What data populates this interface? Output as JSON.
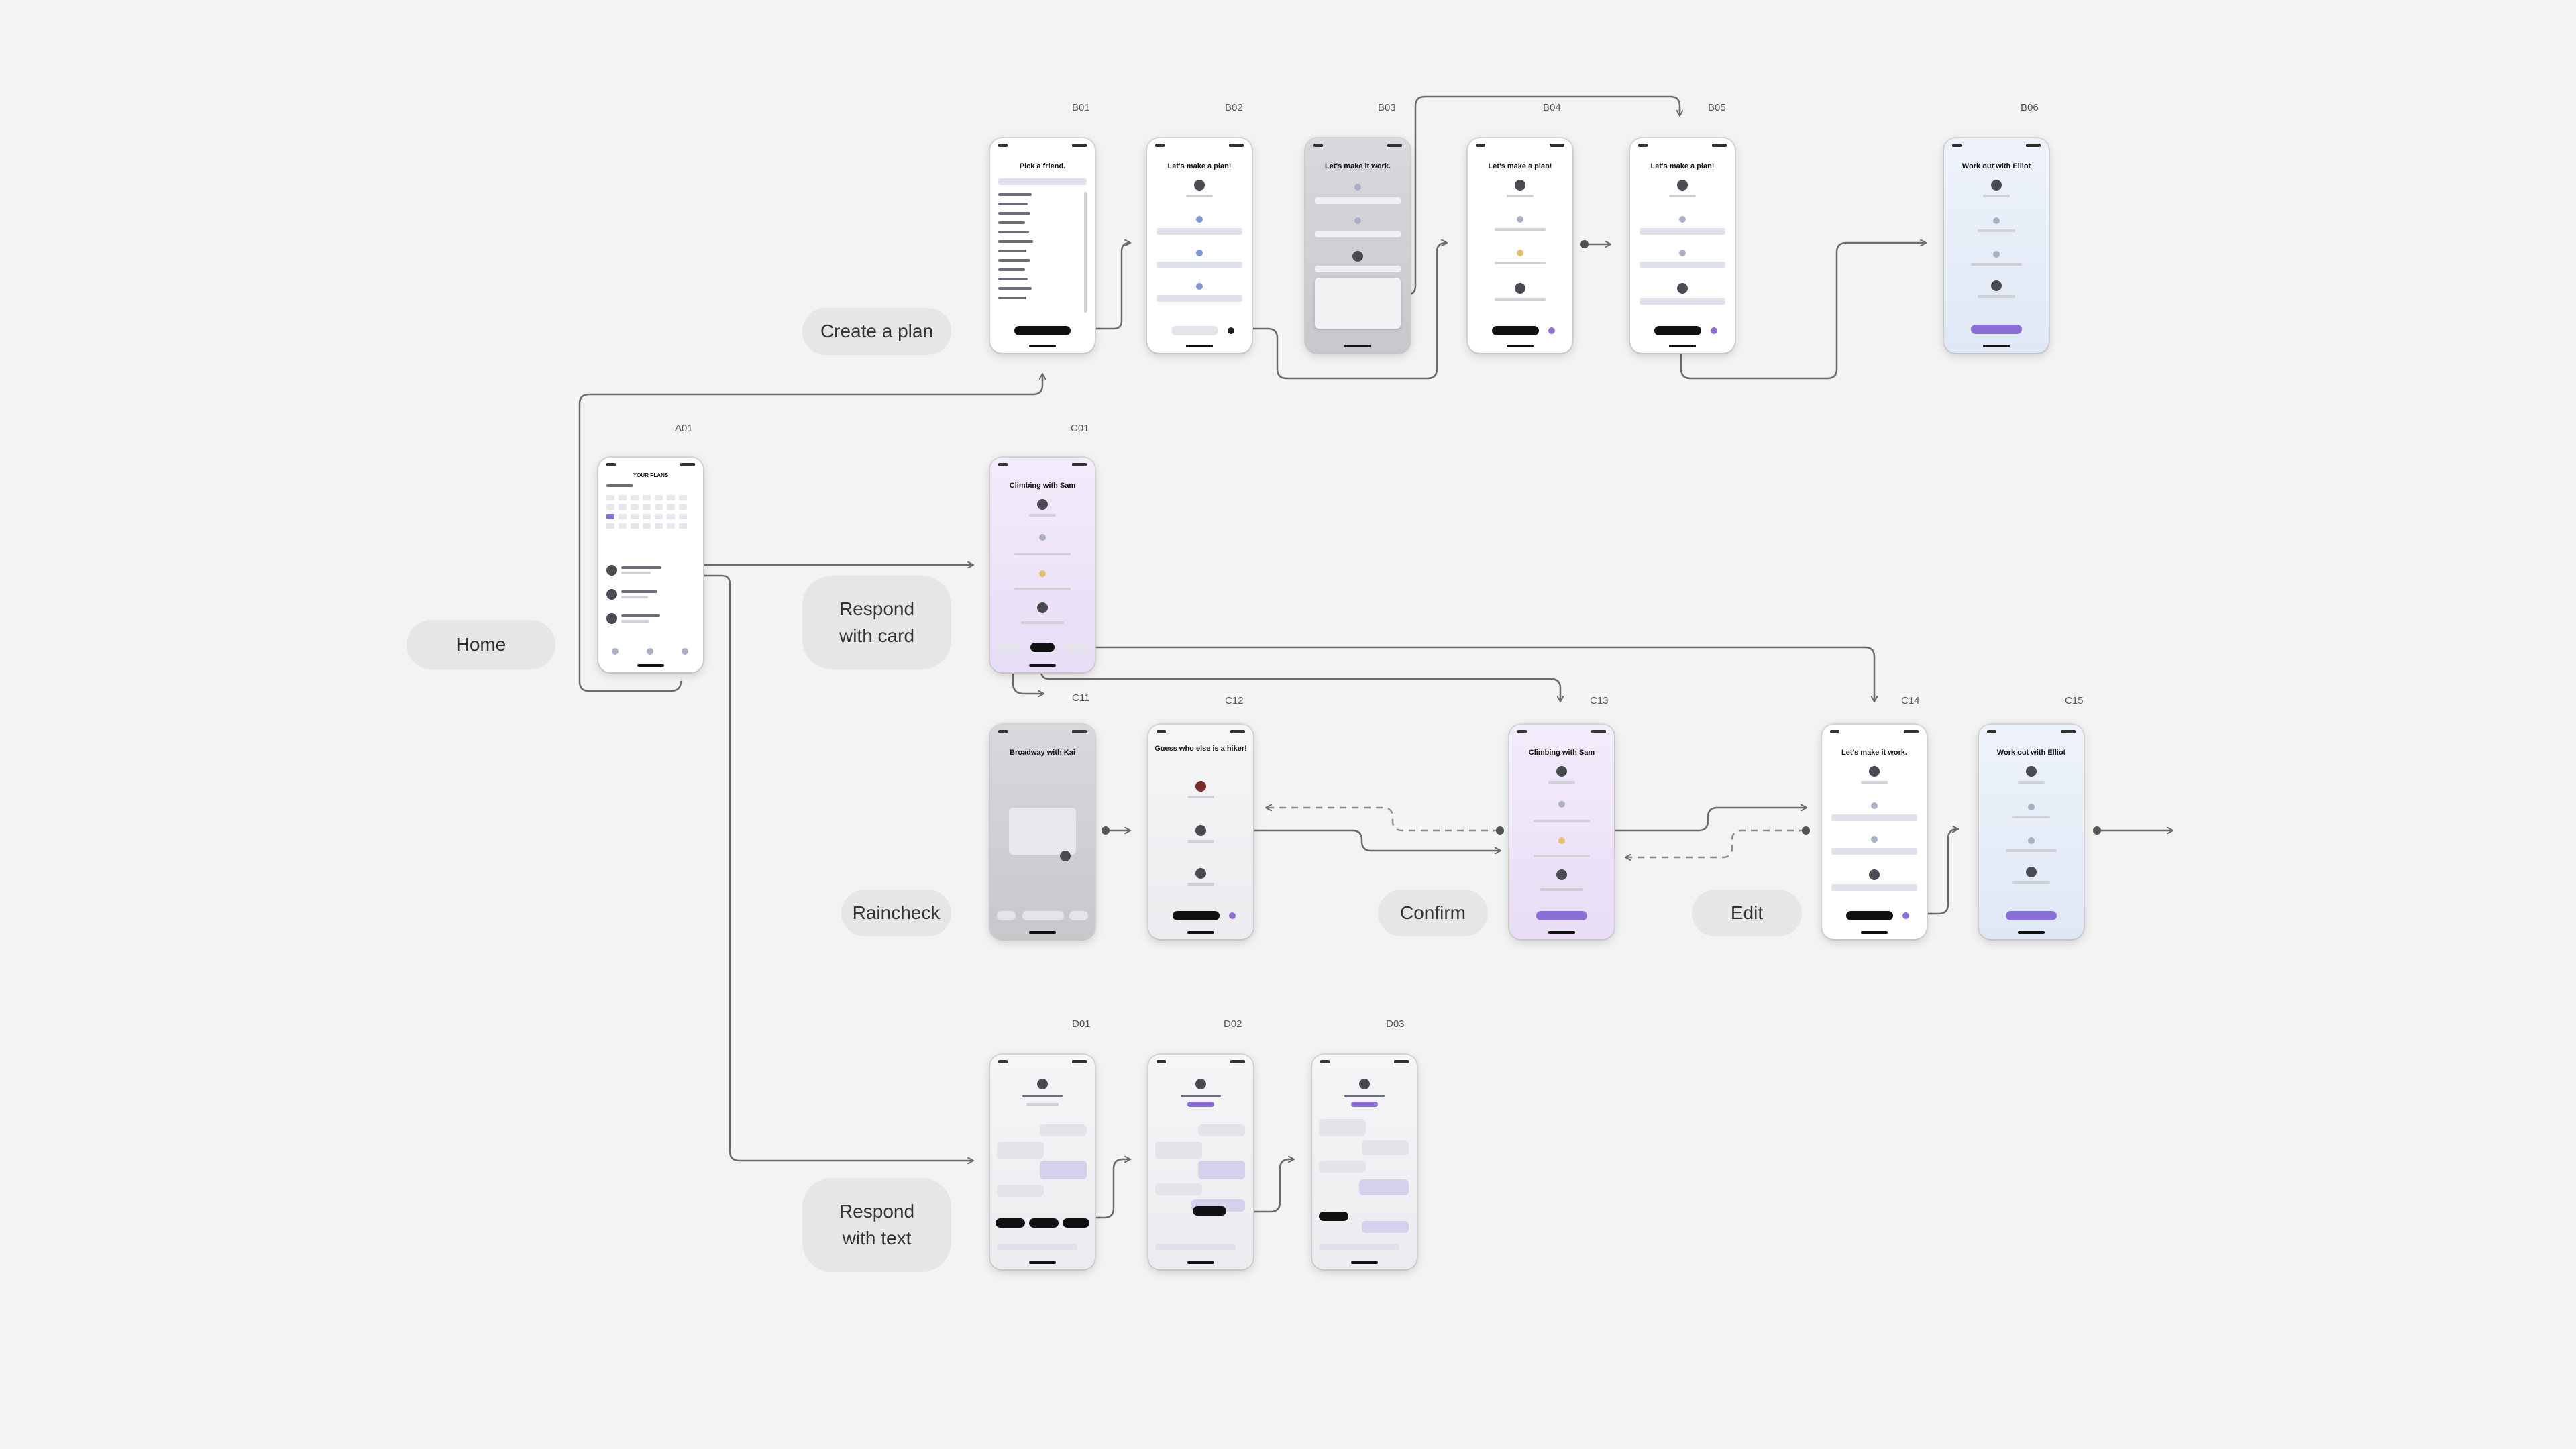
{
  "sections": {
    "create_plan": "Create a plan",
    "home": "Home",
    "respond_card_line1": "Respond",
    "respond_card_line2": "with card",
    "raincheck": "Raincheck",
    "confirm": "Confirm",
    "edit": "Edit",
    "respond_text_line1": "Respond",
    "respond_text_line2": "with text"
  },
  "screen_ids": {
    "a01": "A01",
    "b01": "B01",
    "b02": "B02",
    "b03": "B03",
    "b04": "B04",
    "b05": "B05",
    "b06": "B06",
    "c01": "C01",
    "c11": "C11",
    "c12": "C12",
    "c13": "C13",
    "c14": "C14",
    "c15": "C15",
    "d01": "D01",
    "d02": "D02",
    "d03": "D03"
  },
  "screen_titles": {
    "a01": "YOUR PLANS",
    "b01": "Pick a friend.",
    "b02": "Let's make a plan!",
    "b03": "Let's make it work.",
    "b04": "Let's make a plan!",
    "b05": "Let's make a plan!",
    "b06": "Work out with Elliot",
    "c01": "Climbing with Sam",
    "c11": "Broadway with Kai",
    "c12": "Guess who else is a hiker!",
    "c13": "Climbing with Sam",
    "c14": "Let's make it work.",
    "c15": "Work out with Elliot"
  },
  "colors": {
    "background": "#f3f3f3",
    "pill": "#e6e6e6",
    "connector": "#6b6b6b",
    "accent": "#8b6fd6"
  }
}
